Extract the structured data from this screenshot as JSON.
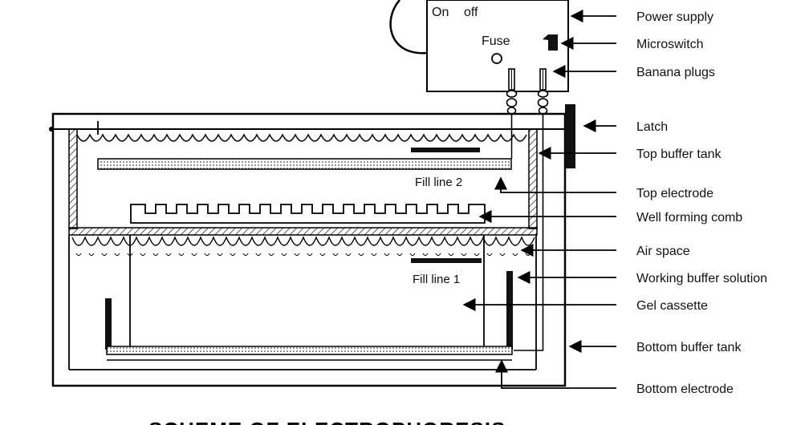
{
  "diagram": {
    "title": "SCHEME OF ELECTROPHORESIS",
    "power_box": {
      "on": "On",
      "off": "off",
      "fuse": "Fuse"
    },
    "inner_labels": {
      "fill_line_2": "Fill line 2",
      "fill_line_1": "Fill line 1"
    },
    "callouts": [
      {
        "id": "power-supply",
        "text": "Power supply"
      },
      {
        "id": "microswitch",
        "text": "Microswitch"
      },
      {
        "id": "banana-plugs",
        "text": "Banana plugs"
      },
      {
        "id": "latch",
        "text": "Latch"
      },
      {
        "id": "top-buffer-tank",
        "text": "Top buffer tank"
      },
      {
        "id": "top-electrode",
        "text": "Top electrode"
      },
      {
        "id": "well-forming-comb",
        "text": "Well forming comb"
      },
      {
        "id": "air-space",
        "text": "Air space"
      },
      {
        "id": "working-buffer-solution",
        "text": "Working buffer solution"
      },
      {
        "id": "gel-cassette",
        "text": "Gel cassette"
      },
      {
        "id": "bottom-buffer-tank",
        "text": "Bottom buffer tank"
      },
      {
        "id": "bottom-electrode",
        "text": "Bottom electrode"
      }
    ]
  }
}
